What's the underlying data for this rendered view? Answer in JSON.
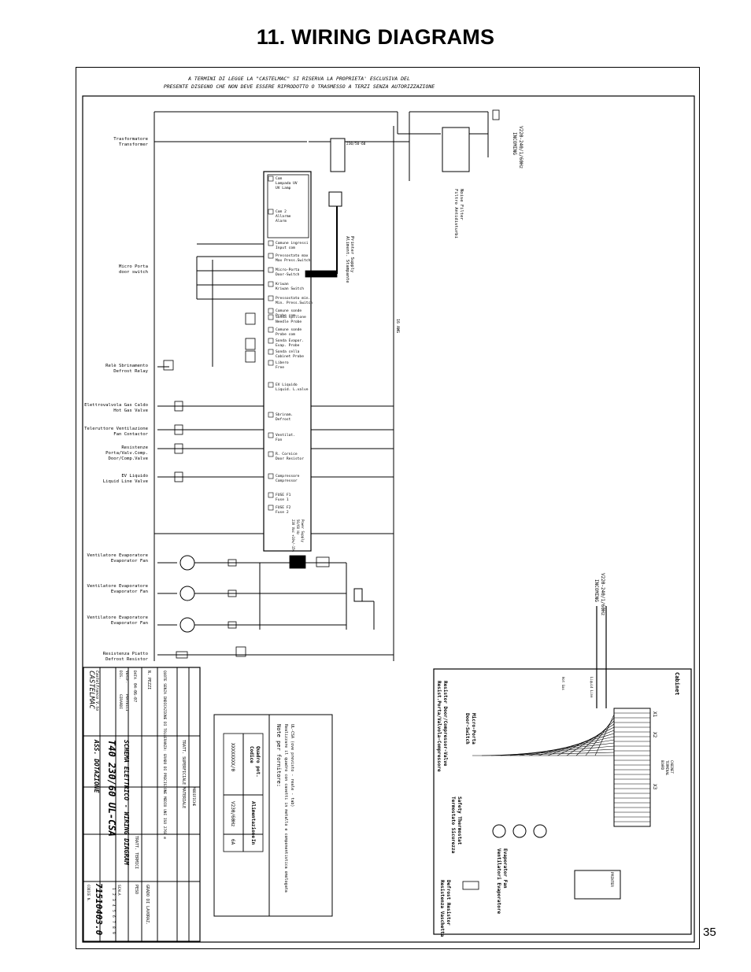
{
  "page": {
    "title": "11. WIRING DIAGRAMS",
    "number": "35"
  },
  "notice": [
    "A TERMINI DI LEGGE LA \"CASTELMAC\" SI RISERVA LA PROPRIETA' ESCLUSIVA DEL",
    "PRESENTE DISEGNO CHE NON DEVE ESSERE RIPRODOTTO O TRASMESSO A TERZI SENZA AUTORIZZAZIONE"
  ],
  "left_labels": [
    [
      "Trasformatore",
      "Transformer"
    ],
    [
      "Micro Porta",
      "door switch"
    ],
    [
      "Relè Sbrinamento",
      "Defrost Relay"
    ],
    [
      "Elettrovalvola Gas Caldo",
      "Hot Gas Valve"
    ],
    [
      "Teleruttore Ventilazione",
      "Fan Contactor"
    ],
    [
      "Resistenze",
      "Porta/Valv.Comp.",
      "Door/Comp.Valve"
    ],
    [
      "EV Liquido",
      "Liquid Line Valve"
    ],
    [
      "Ventilatore Evaporatore",
      "Evaporator Fan"
    ],
    [
      "Ventilatore Evaporatore",
      "Evaporator Fan"
    ],
    [
      "Ventilatore Evaporatore",
      "Evaporator Fan"
    ],
    [
      "Resistenza Piatto",
      "Defrost Resistor"
    ]
  ],
  "controller": {
    "blocks": [
      [
        "Com",
        "Lampada UV",
        "UV Lamp"
      ],
      [
        "Com 2",
        "Allarme",
        "Alarm"
      ],
      [
        "Comune ingressi",
        "Input com"
      ],
      [
        "Pressostato max",
        "Max Press.Switch"
      ],
      [
        "Micro-Porta",
        "Door-Switch"
      ],
      [
        "Kriwan",
        "Kriwan Switch"
      ],
      [
        "Pressostato min.",
        "Min. Press.Switch"
      ],
      [
        "Comune sonde",
        "Probe com"
      ],
      [
        "Sonda spillone",
        "Needle Probe"
      ],
      [
        "Comune sonde",
        "Probe com"
      ],
      [
        "Sonda Evapor.",
        "Evap. Probe"
      ],
      [
        "Sonda cella",
        "Cabinet Probe"
      ],
      [
        "Libero",
        "Free"
      ],
      [
        "EV Liquido",
        "Liquid. L.valve"
      ],
      [
        "Sbrinam.",
        "Defrost"
      ],
      [
        "Ventilat.",
        "Fan"
      ],
      [
        "R. Cornice",
        "Door Resistor"
      ],
      [
        "Compressore",
        "Compressor"
      ],
      [
        "FUSE F1",
        "Fuse 1"
      ],
      [
        "FUSE F2",
        "Fuse 2"
      ]
    ],
    "supply": [
      "230 Vac +10%/-15%",
      "50/60 Hz",
      "Power Supply"
    ]
  },
  "right_labels": {
    "incoming": [
      "V220-240/1/60Hz",
      "INCOMING"
    ],
    "filter": [
      "Filtro Antidisturbi",
      "Noise Filter"
    ],
    "printer": [
      "Aliment. Stampante",
      "Printer Supply"
    ],
    "wire": "16 AWG"
  },
  "table": {
    "headers": [
      "Codice",
      "Quadro pot.",
      "Alimentazione",
      "In"
    ],
    "row": [
      "XXXXXXXX/0",
      "V230/60Hz",
      "6A"
    ],
    "note_title": "Note per fornitore:",
    "note_lines": [
      "Realizzare il quadro con cavetti in metallo e componentistica omologata",
      "UL-CSA (ove previsto - reale - tab)"
    ]
  },
  "title_block": {
    "company": "CASTELMAC",
    "location": "Castelfranco V.to",
    "model": "T40  230/60  UL-CSA",
    "description": "SCHEMA ELETTRICO - WIRING DIAGRAM",
    "assembly": "ASS. DOTAZIONE",
    "code_label": "CODICE N.",
    "code": "71510403.0",
    "date_label": "DATA",
    "date": "04-06-07",
    "n_pezzi": "N. PEZZI",
    "materiale": "MATERIALE",
    "tratt_sup": "TRATT. SUPERFICIALE",
    "tratt_term": "TRATT. TERMICI",
    "peso": "PESO",
    "scala": "SCALA",
    "grado": "GRADO DI LAVORAZ.",
    "dis": "DIS.",
    "verif": "VERIF.",
    "dis_name": "GIRARDI",
    "verif_name": "PORTELLI",
    "quote": "QUOTE SENZA INDICAZIONE DI TOLLERANZA: GRADO DI PRECISIONE MEDIO UNI ISO 2768 m",
    "modifiche": "MODIFICHE",
    "sheet_nums": [
      "1",
      "2",
      "3",
      "4",
      "5",
      "6",
      "7",
      "8",
      "9"
    ]
  },
  "cabinet": {
    "title": "Cabinet",
    "terminal": [
      "CABINET",
      "TERMINAL",
      "BOARD"
    ],
    "incoming": [
      "V220-240/1/60Hz",
      "INCOMING"
    ],
    "x": [
      "X1",
      "X2",
      "X3"
    ],
    "labels": [
      [
        "Resistor Door/Compressor-Valve",
        "Resist.Porta/Valvola-Compressore"
      ],
      [
        "Micro-Porta",
        "Door-Switch"
      ],
      [
        "Safety Thermostat",
        "Termostato Sicurezza"
      ],
      [
        "Evaporator Fan",
        "Ventilatori Evaporatore"
      ],
      [
        "Defrost Resistor",
        "Resistenza Vaschetta"
      ]
    ],
    "valves": [
      "Hot Gas",
      "Liquid Line"
    ],
    "printer": "PRINTER"
  }
}
